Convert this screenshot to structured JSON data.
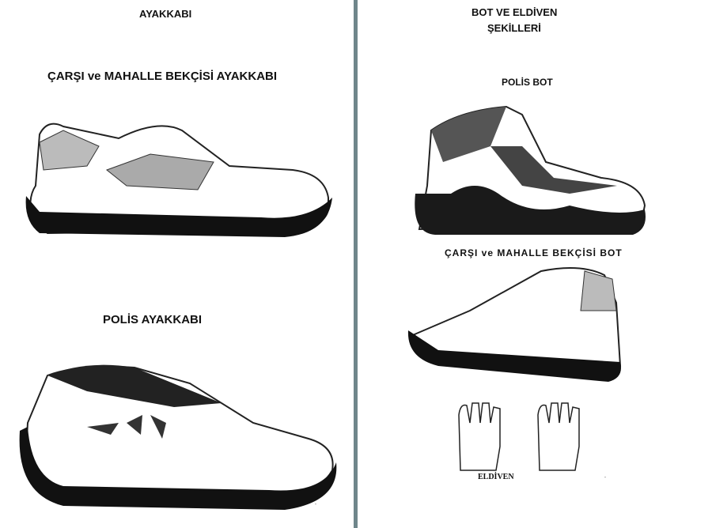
{
  "left_page": {
    "title": "AYAKKABI",
    "item1_caption": "ÇARŞI ve MAHALLE BEKÇİSİ AYAKKABI",
    "item2_caption": "POLİS AYAKKABI"
  },
  "right_page": {
    "title_line1": "BOT VE ELDİVEN",
    "title_line2": "ŞEKİLLERİ",
    "item1_caption": "POLİS BOT",
    "item2_caption": "ÇARŞI ve MAHALLE BEKÇİSİ BOT",
    "item3_caption": "ELDİVEN"
  },
  "colors": {
    "divider": "#6f868b"
  }
}
